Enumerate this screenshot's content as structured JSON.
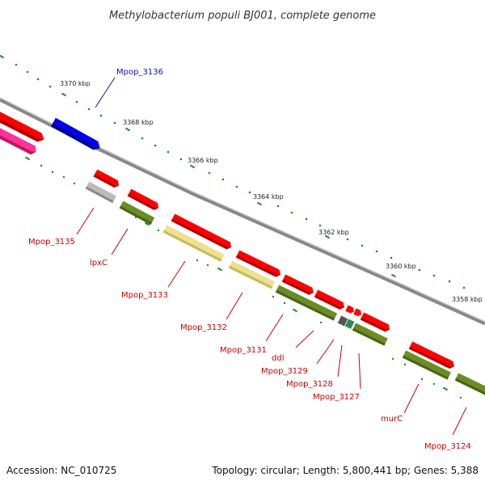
{
  "title": "Methylobacterium populi BJ001, complete genome",
  "footer": {
    "accession": "Accession: NC_010725",
    "summary": "Topology: circular; Length: 5,800,441 bp; Genes: 5,388"
  },
  "scale_labels": [
    "3370 kbp",
    "3368 kbp",
    "3366 kbp",
    "3364 kbp",
    "3362 kbp",
    "3360 kbp",
    "3358 kbp"
  ],
  "gene_labels": [
    {
      "text": "Mpop_3136",
      "color": "#1111cc"
    },
    {
      "text": "Mpop_3135",
      "color": "#cc0000"
    },
    {
      "text": "lpxC",
      "color": "#cc0000"
    },
    {
      "text": "Mpop_3133",
      "color": "#cc0000"
    },
    {
      "text": "Mpop_3132",
      "color": "#cc0000"
    },
    {
      "text": "Mpop_3131",
      "color": "#cc0000"
    },
    {
      "text": "ddl",
      "color": "#cc0000"
    },
    {
      "text": "Mpop_3129",
      "color": "#cc0000"
    },
    {
      "text": "Mpop_3128",
      "color": "#cc0000"
    },
    {
      "text": "Mpop_3127",
      "color": "#cc0000"
    },
    {
      "text": "murC",
      "color": "#cc0000"
    },
    {
      "text": "Mpop_3124",
      "color": "#cc0000"
    }
  ],
  "colors": {
    "cds_forward": "#ff0000",
    "cds_highlight": "#0000ee",
    "cds_pink": "#ff3399",
    "gene_olive": "#6b8e23",
    "gene_khaki": "#eee08e",
    "gene_gray": "#bbbbbb",
    "backbone": "#888888",
    "tick": "#228b22"
  }
}
